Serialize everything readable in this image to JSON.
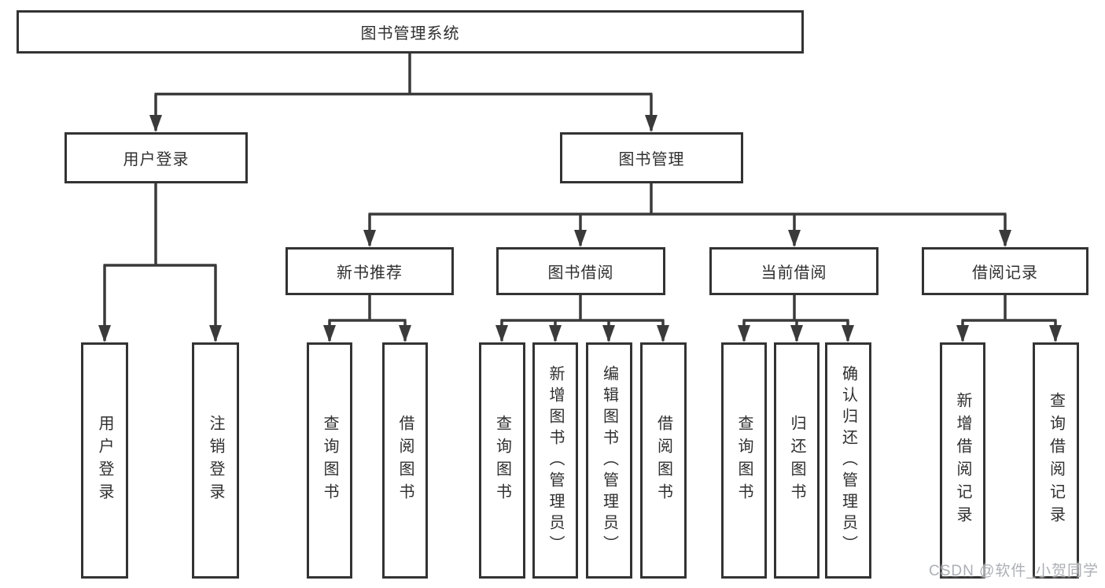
{
  "diagram": {
    "root": {
      "label": "图书管理系统"
    },
    "branches": [
      {
        "label": "用户登录",
        "children": [
          {
            "label": "用户登录"
          },
          {
            "label": "注销登录"
          }
        ]
      },
      {
        "label": "图书管理",
        "children": [
          {
            "label": "新书推荐",
            "children": [
              {
                "label": "查询图书"
              },
              {
                "label": "借阅图书"
              }
            ]
          },
          {
            "label": "图书借阅",
            "children": [
              {
                "label": "查询图书"
              },
              {
                "label": "新增图书（管理员）"
              },
              {
                "label": "编辑图书（管理员）"
              },
              {
                "label": "借阅图书"
              }
            ]
          },
          {
            "label": "当前借阅",
            "children": [
              {
                "label": "查询图书"
              },
              {
                "label": "归还图书"
              },
              {
                "label": "确认归还（管理员）"
              }
            ]
          },
          {
            "label": "借阅记录",
            "children": [
              {
                "label": "新增借阅记录"
              },
              {
                "label": "查询借阅记录"
              }
            ]
          }
        ]
      }
    ]
  },
  "watermark": {
    "text": "CSDN @软件_小贺同学"
  },
  "colors": {
    "line": "#3a3a3a",
    "border": "#333333",
    "text": "#2f2f2f",
    "background": "#ffffff",
    "watermark": "#a8abb1"
  }
}
